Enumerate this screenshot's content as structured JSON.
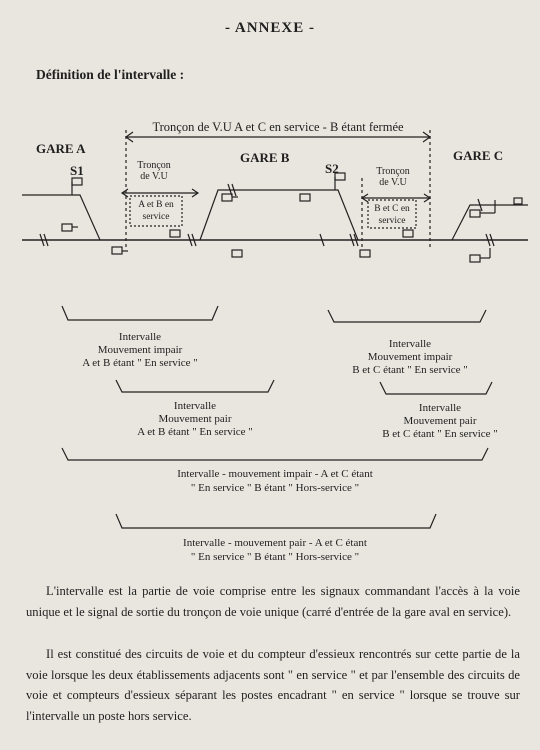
{
  "title": "- ANNEXE -",
  "section_heading": "Définition de l'intervalle :",
  "diagram": {
    "span_label": "Tronçon de V.U A et C en service - B étant fermée",
    "stations": {
      "a": "GARE A",
      "b": "GARE B",
      "c": "GARE C"
    },
    "signals": {
      "s1": "S1",
      "s2": "S2"
    },
    "troncon_left": [
      "Tronçon",
      "de V.U"
    ],
    "troncon_left_note": [
      "A et B en",
      "service"
    ],
    "troncon_right": [
      "Tronçon",
      "de V.U"
    ],
    "troncon_right_note": [
      "B et C en",
      "service"
    ]
  },
  "intervals": {
    "i1": [
      "Intervalle",
      "Mouvement impair",
      "A et B étant \" En service \""
    ],
    "i2": [
      "Intervalle",
      "Mouvement impair",
      "B et C étant \" En service \""
    ],
    "i3": [
      "Intervalle",
      "Mouvement pair",
      "A et B étant \" En service \""
    ],
    "i4": [
      "Intervalle",
      "Mouvement pair",
      "B et C étant \" En service \""
    ],
    "i5": [
      "Intervalle - mouvement impair - A et C étant",
      "\" En service \" B étant \" Hors-service \""
    ],
    "i6": [
      "Intervalle - mouvement pair - A et C étant",
      "\" En service \" B étant \" Hors-service \""
    ]
  },
  "paragraphs": {
    "p1": "L'intervalle est la partie de voie comprise entre les signaux commandant l'accès à la voie unique et le signal de sortie du tronçon de voie unique (carré d'entrée de la gare aval en service).",
    "p2": "Il est constitué des circuits de voie et du compteur d'essieux rencontrés sur cette partie de la voie lorsque les deux établissements adjacents sont \" en service \" et par l'ensemble des circuits de voie et compteurs d'essieux séparant les postes encadrant \" en service \" lorsque se trouve sur l'intervalle un poste hors service."
  }
}
